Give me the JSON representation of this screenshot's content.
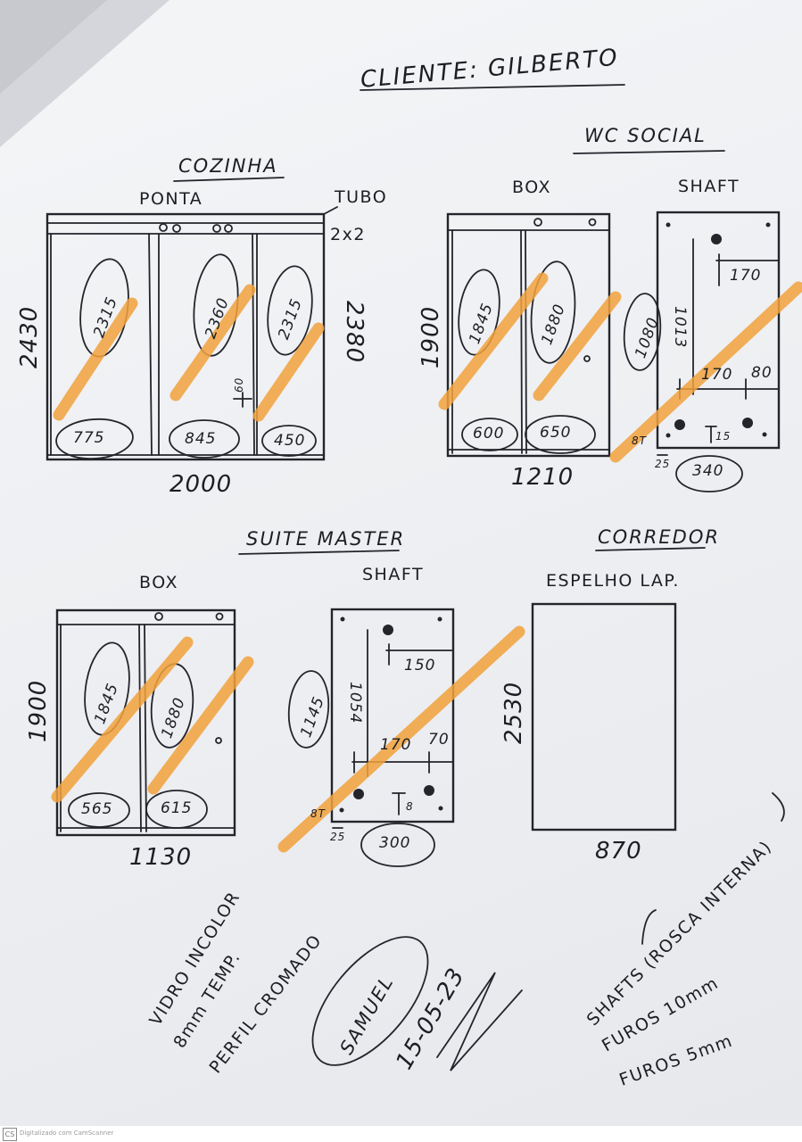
{
  "title": "CLIENTE: GILBERTO",
  "sections": {
    "wc_social": "WC SOCIAL",
    "suite_master": "SUITE MASTER",
    "corredor": "CORREDOR"
  },
  "cozinha": {
    "label": "COZINHA",
    "ponta": "PONTA",
    "tubo": "TUBO",
    "tubo_size": "2x2",
    "height_left": "2430",
    "height_right": "2380",
    "width": "2000",
    "panel_heights": [
      "2315",
      "2360",
      "2315"
    ],
    "panel_widths": [
      "775",
      "845",
      "450"
    ],
    "mark": "60"
  },
  "wc_box": {
    "label": "BOX",
    "height": "1900",
    "width": "1210",
    "panel_heights": [
      "1845",
      "1880"
    ],
    "panel_widths": [
      "600",
      "650"
    ]
  },
  "wc_shaft": {
    "label": "SHAFT",
    "height_outer": "1080",
    "height_inner": "1013",
    "dim_top": "170",
    "dim_mid_left": "170",
    "dim_mid_right": "80",
    "dim_bottom": "15",
    "side_left": "8T",
    "foot": "25",
    "width": "340"
  },
  "suite_box": {
    "label": "BOX",
    "height": "1900",
    "width": "1130",
    "panel_heights": [
      "1845",
      "1880"
    ],
    "panel_widths": [
      "565",
      "615"
    ]
  },
  "suite_shaft": {
    "label": "SHAFT",
    "height_outer": "1145",
    "height_inner": "1054",
    "dim_top": "150",
    "dim_mid_left": "170",
    "dim_mid_right": "70",
    "dim_bottom": "8",
    "side_left": "8T",
    "foot": "25",
    "width": "300"
  },
  "corredor_mirror": {
    "label": "ESPELHO LAP.",
    "height": "2530",
    "width": "870"
  },
  "notes": {
    "vidro": "VIDRO INCOLOR",
    "temp": "8mm TEMP.",
    "perfil": "PERFIL CROMADO",
    "signature": "SAMUEL",
    "date": "15-05-23",
    "shafts": "SHAFTS (ROSCA INTERNA)",
    "furos1": "FUROS 10mm",
    "furos2": "FUROS 5mm"
  },
  "watermark": {
    "badge": "CS",
    "text": "Digitalizado com CamScanner"
  },
  "colors": {
    "paper": "#eef0f3",
    "ink": "#23252b",
    "highlighter": "#f2a23c"
  }
}
